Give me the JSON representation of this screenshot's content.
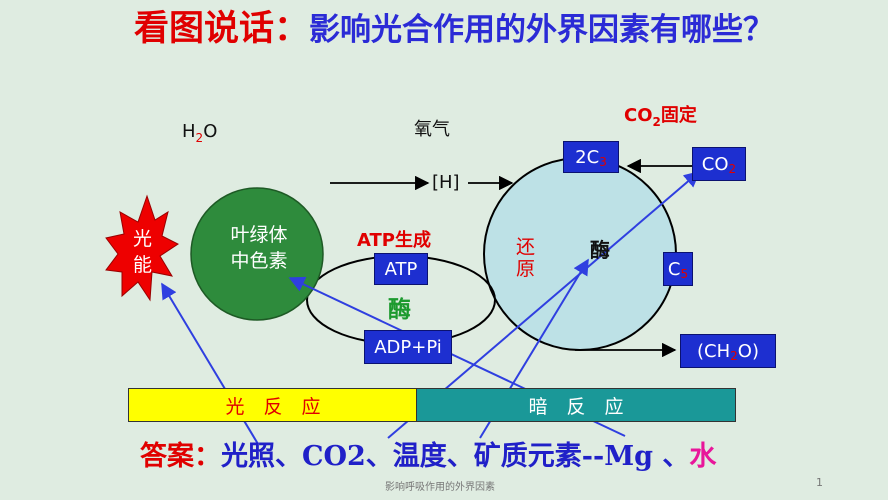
{
  "title": {
    "lead": "看图说话：",
    "rest": "影响光合作用的外界因素有哪些？"
  },
  "labels": {
    "h2o_pre": "H",
    "h2o_sub": "2",
    "h2o_post": "O",
    "oxygen": "氧气",
    "co2_fix_pre": "CO",
    "co2_fix_sub": "2",
    "co2_fix_post": "固定",
    "hydrogen": "[H]",
    "atp_gen": "ATP生成",
    "enzyme_small": "酶",
    "enzyme_big": "酶",
    "reduction": "还原",
    "light_energy": "光能",
    "chloroplast": "叶绿体中色素"
  },
  "boxes": {
    "c3_pre": "2C",
    "c3_sub": "3",
    "co2_pre": "CO",
    "co2_sub": "2",
    "c5_pre": "C",
    "c5_sub": "5",
    "atp": "ATP",
    "adp": "ADP+Pi",
    "ch2o_pre": "(CH",
    "ch2o_sub": "2",
    "ch2o_post": "O)"
  },
  "bars": {
    "light_reaction": "光　反　应",
    "dark_reaction": "暗　反　应"
  },
  "answer": {
    "label": "答案：",
    "text": "光照、CO2、温度、矿质元素--Mg 、",
    "water": "水"
  },
  "footer": "影响呼吸作用的外界因素",
  "page_number": "1",
  "colors": {
    "background": "#dfece1",
    "chloroplast_fill": "#2e8b3c",
    "calvin_fill": "#bde1e6",
    "box_fill": "#1d2fd0",
    "light_bar": "#ffff00",
    "dark_bar": "#1a9898",
    "arrow_blue": "#2f3fe0",
    "accent_red": "#e00000",
    "title_blue": "#2b2bd6"
  }
}
